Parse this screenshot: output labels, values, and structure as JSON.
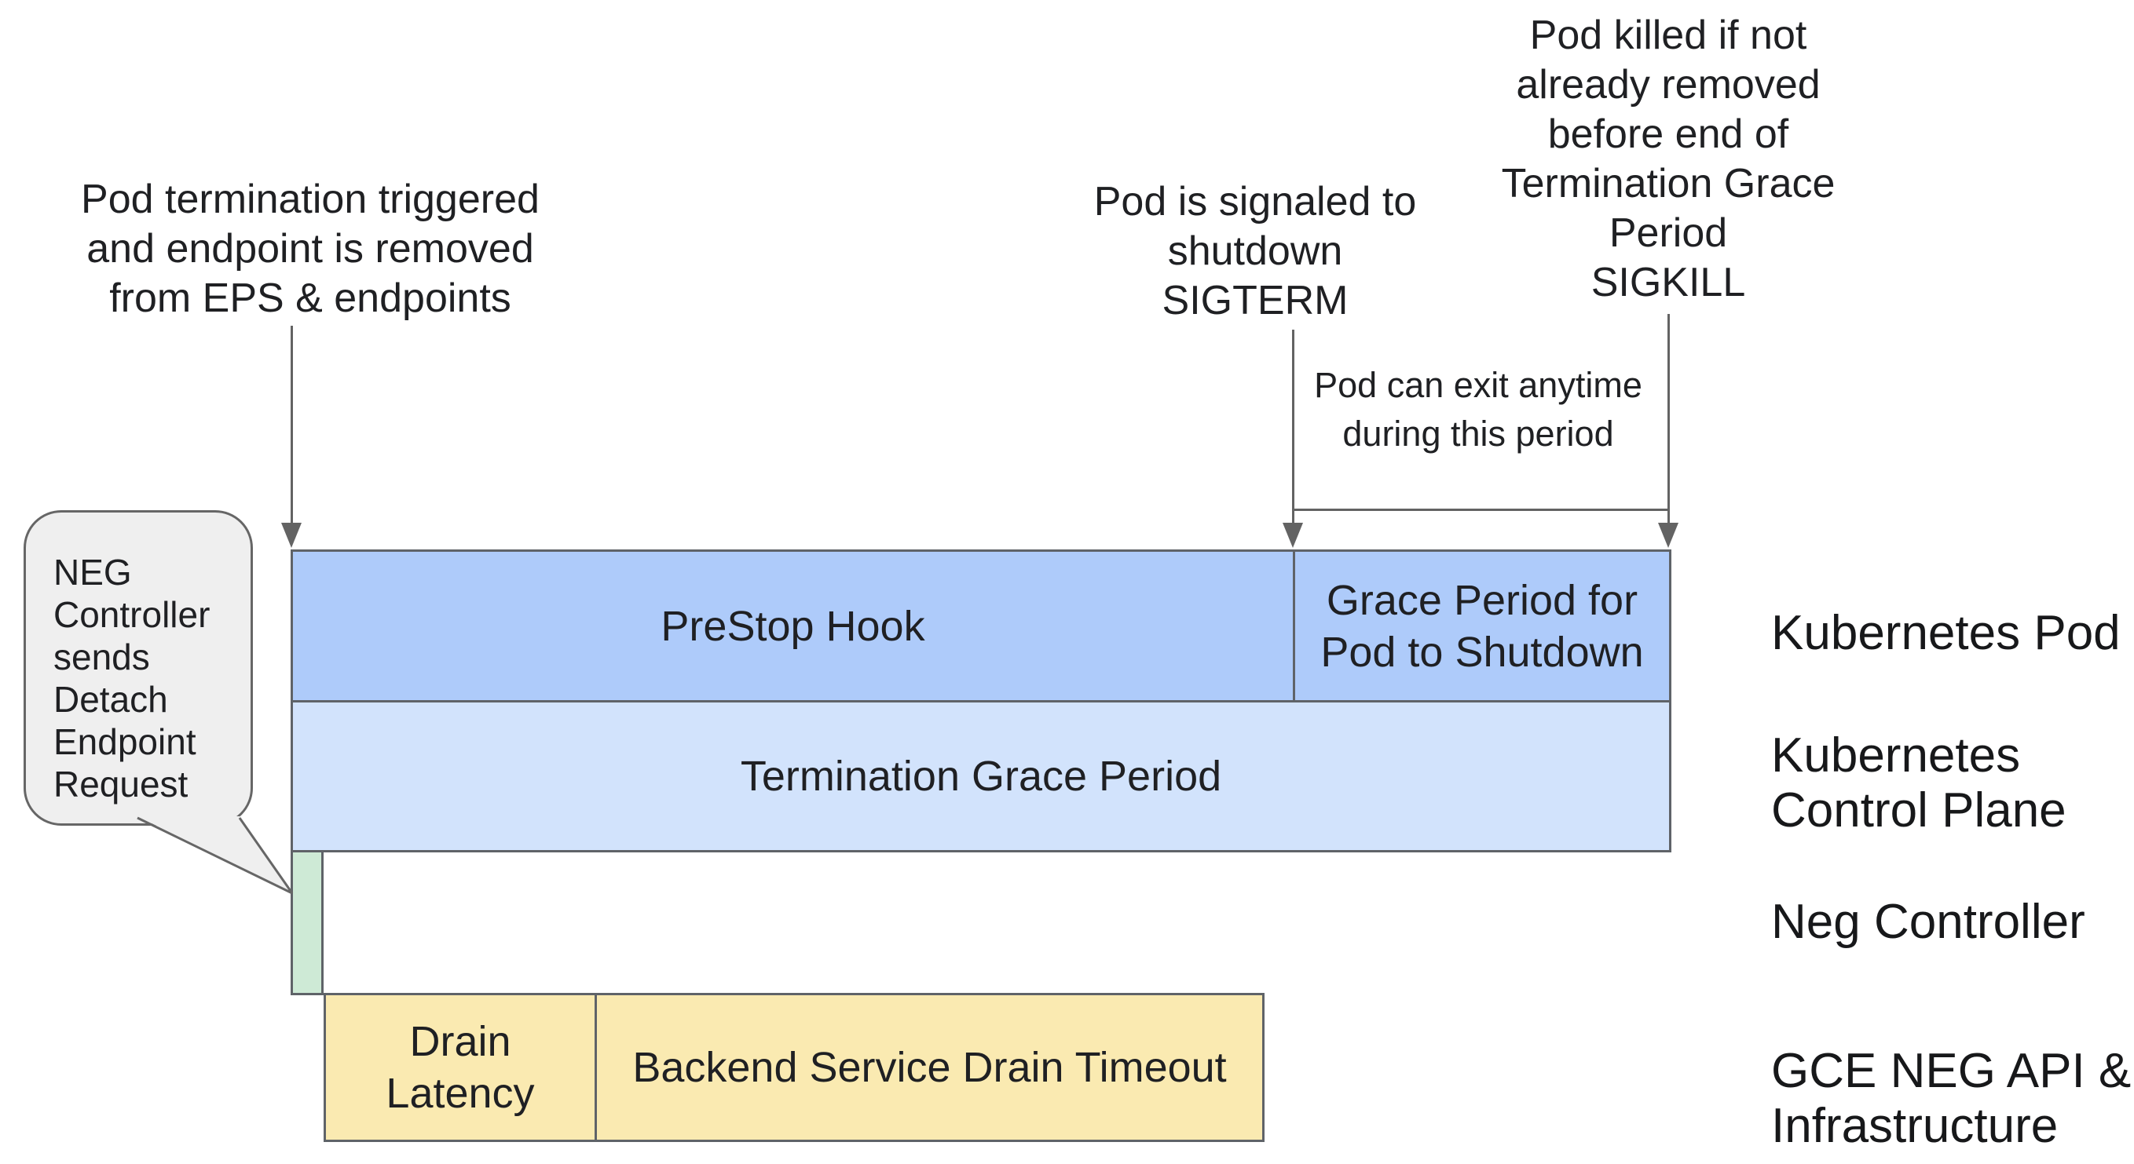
{
  "title": "Pod termination and NEG endpoint drain timeline",
  "colors": {
    "background": "#ffffff",
    "text": "#202124",
    "line_gray": "#636363",
    "bar_border": "#5f6368",
    "prestop_fill": "#aecbfa",
    "grace_period_fill": "#aecbfa",
    "termination_fill": "#d2e3fc",
    "neg_controller_fill": "#ceead6",
    "drain_fill": "#faeab1",
    "callout_fill": "#efefef"
  },
  "annotations": {
    "pod_termination": "Pod termination triggered\nand endpoint is removed\nfrom EPS & endpoints",
    "pod_signaled": "Pod is signaled to\nshutdown\nSIGTERM",
    "pod_killed": "Pod killed if not\nalready removed\nbefore end of\nTermination Grace\nPeriod\nSIGKILL",
    "pod_can_exit": "Pod can exit anytime\nduring this period"
  },
  "callout": {
    "text": "NEG\nController\nsends\nDetach\nEndpoint\nRequest"
  },
  "bars": {
    "prestop": "PreStop Hook",
    "grace_period": "Grace Period for\nPod to Shutdown",
    "termination_grace": "Termination Grace Period",
    "drain_latency": "Drain\nLatency",
    "backend_drain": "Backend Service Drain Timeout"
  },
  "lanes": {
    "kubernetes_pod": "Kubernetes Pod",
    "kubernetes_control_plane": "Kubernetes\nControl Plane",
    "neg_controller": "Neg Controller",
    "gce_neg_api": "GCE NEG API &\nInfrastructure"
  }
}
